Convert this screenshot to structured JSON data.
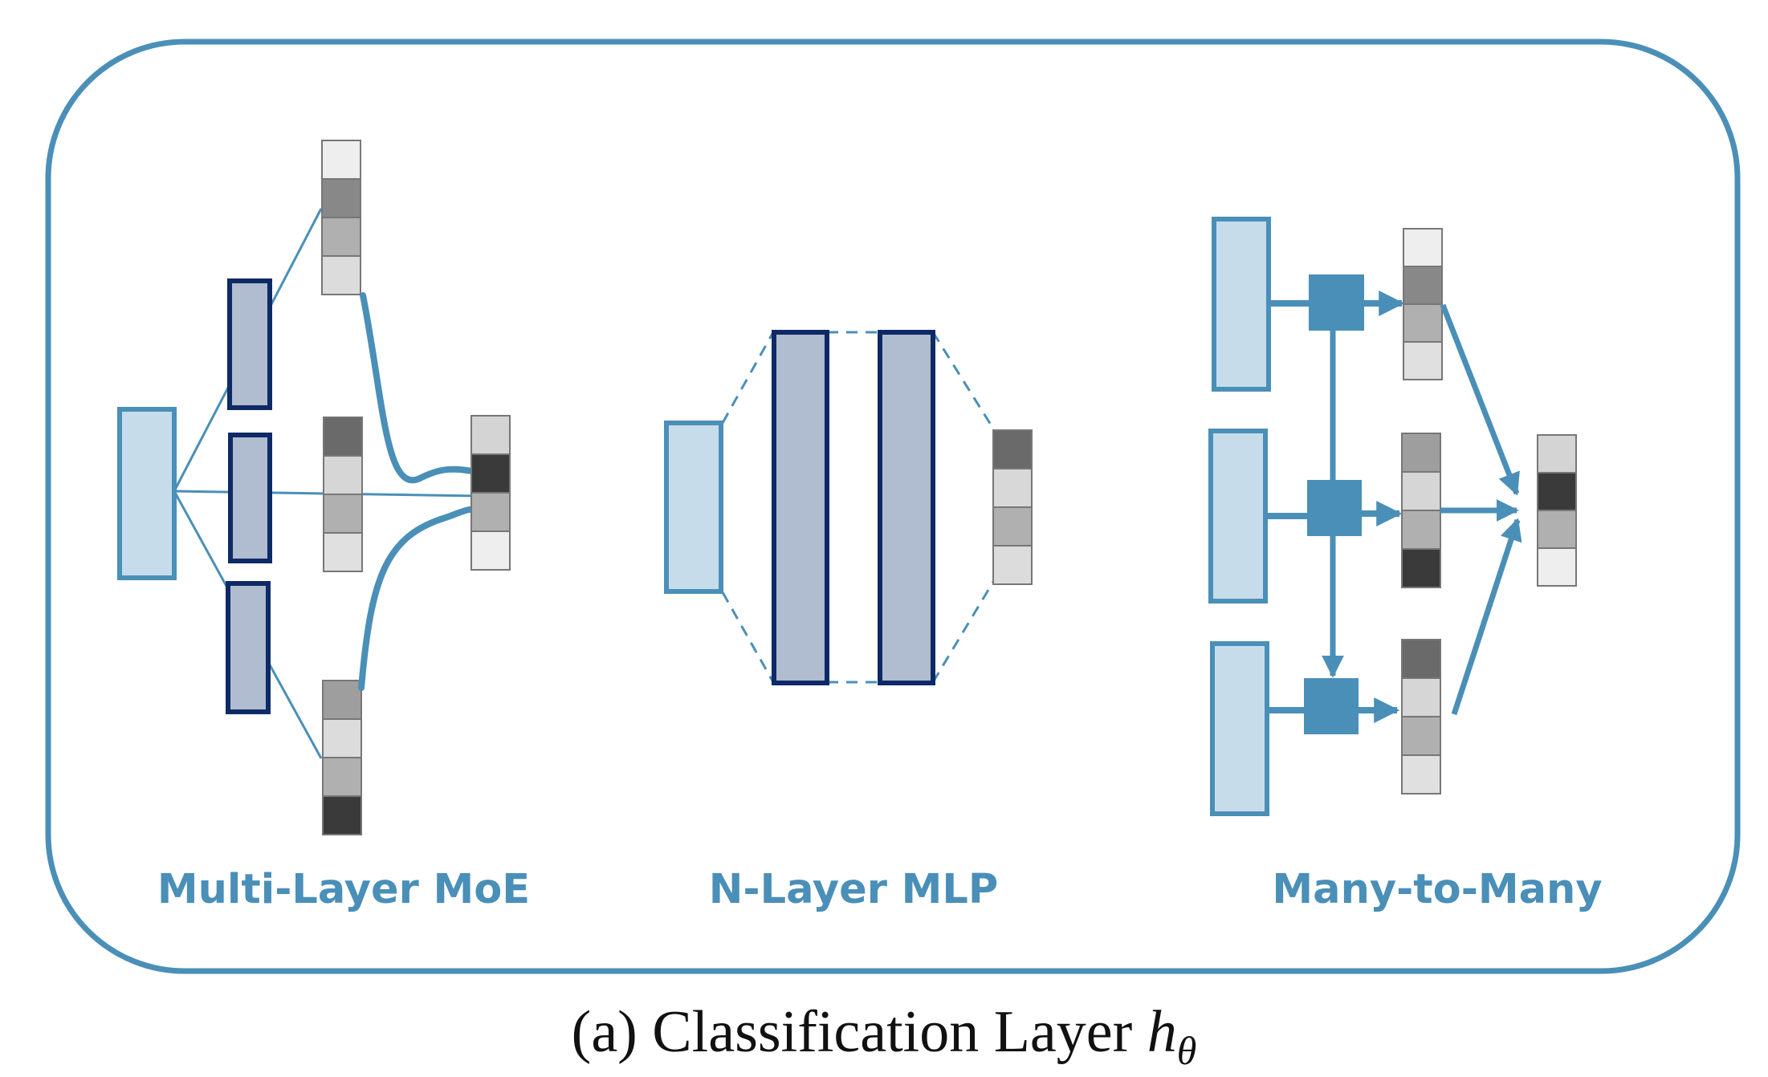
{
  "panels": {
    "moe": {
      "title": "Multi-Layer MoE"
    },
    "mlp": {
      "title": "N-Layer MLP"
    },
    "many": {
      "title": "Many-to-Many"
    }
  },
  "caption": {
    "prefix": "(a) Classification Layer ",
    "symbol": "h",
    "subscript": "θ"
  },
  "colors": {
    "frame": "#4a8fb8",
    "input_fill": "#c6dceb",
    "expert_fill": "#b0bccf",
    "expert_stroke": "#0e2a66",
    "connector": "#4a8fb8",
    "node": "#4a8fb8"
  }
}
